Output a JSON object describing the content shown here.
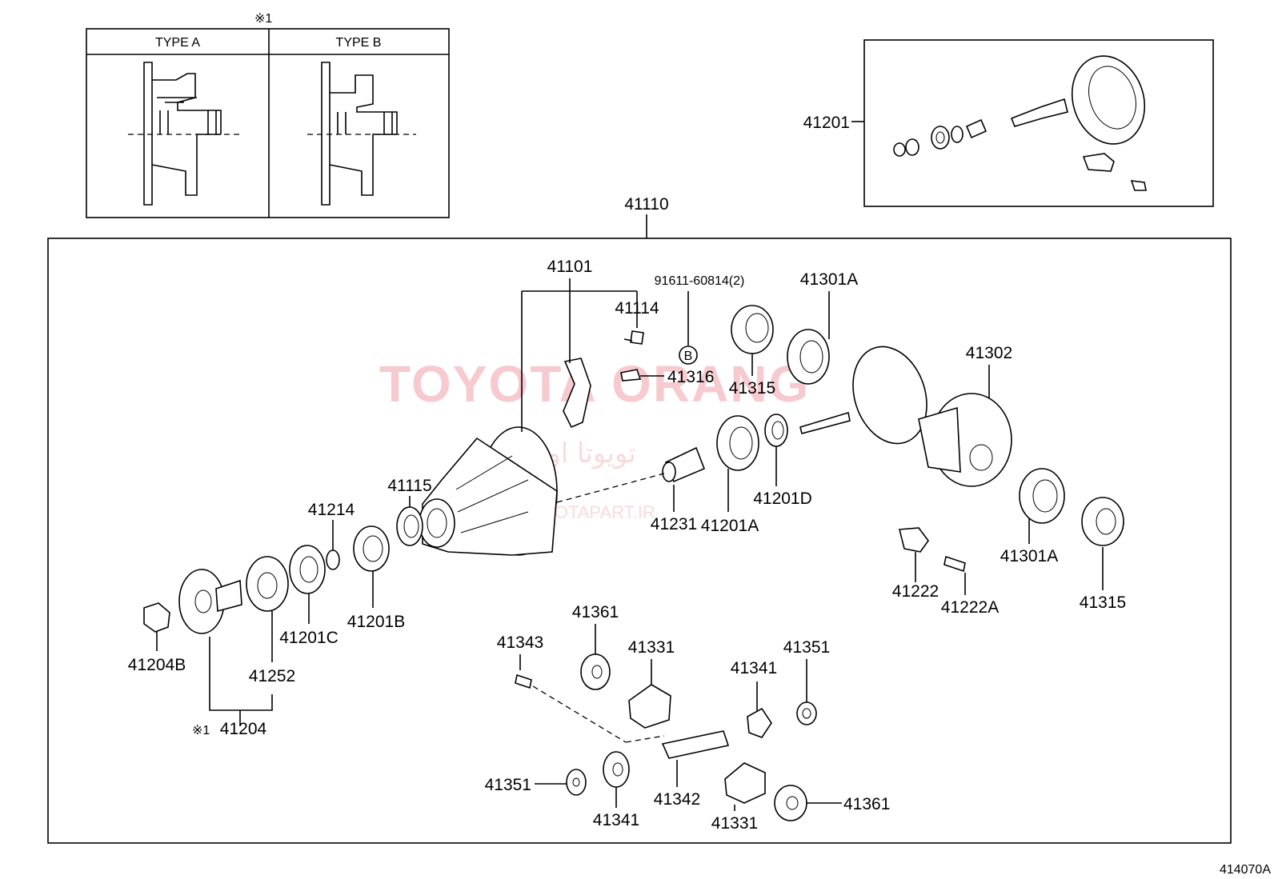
{
  "drawing_code": "414070A",
  "type_table": {
    "marker": "※1",
    "type_a": "TYPE A",
    "type_b": "TYPE B"
  },
  "watermark": {
    "brand": "TOYOTA ORANG",
    "persian": "تویوتا اورنگ",
    "site": "TOYOTAPART.IR"
  },
  "circle_ref": "B",
  "labels": {
    "l41201": "41201",
    "l41110": "41110",
    "l41101": "41101",
    "l91611": "91611-60814(2)",
    "l41301A_top": "41301A",
    "l41114": "41114",
    "l41316": "41316",
    "l41315_top": "41315",
    "l41302": "41302",
    "l41115": "41115",
    "l41214": "41214",
    "l41231": "41231",
    "l41201A": "41201A",
    "l41201D": "41201D",
    "l41301A_bot": "41301A",
    "l41315_bot": "41315",
    "l41222": "41222",
    "l41222A": "41222A",
    "l41204B": "41204B",
    "l41201C": "41201C",
    "l41201B": "41201B",
    "l41252": "41252",
    "l41204": "41204",
    "l41204_marker": "※1",
    "l41361_top": "41361",
    "l41343": "41343",
    "l41331_top": "41331",
    "l41341_right": "41341",
    "l41351_right": "41351",
    "l41351_left": "41351",
    "l41341_left": "41341",
    "l41342": "41342",
    "l41331_bot": "41331",
    "l41361_bot": "41361"
  }
}
